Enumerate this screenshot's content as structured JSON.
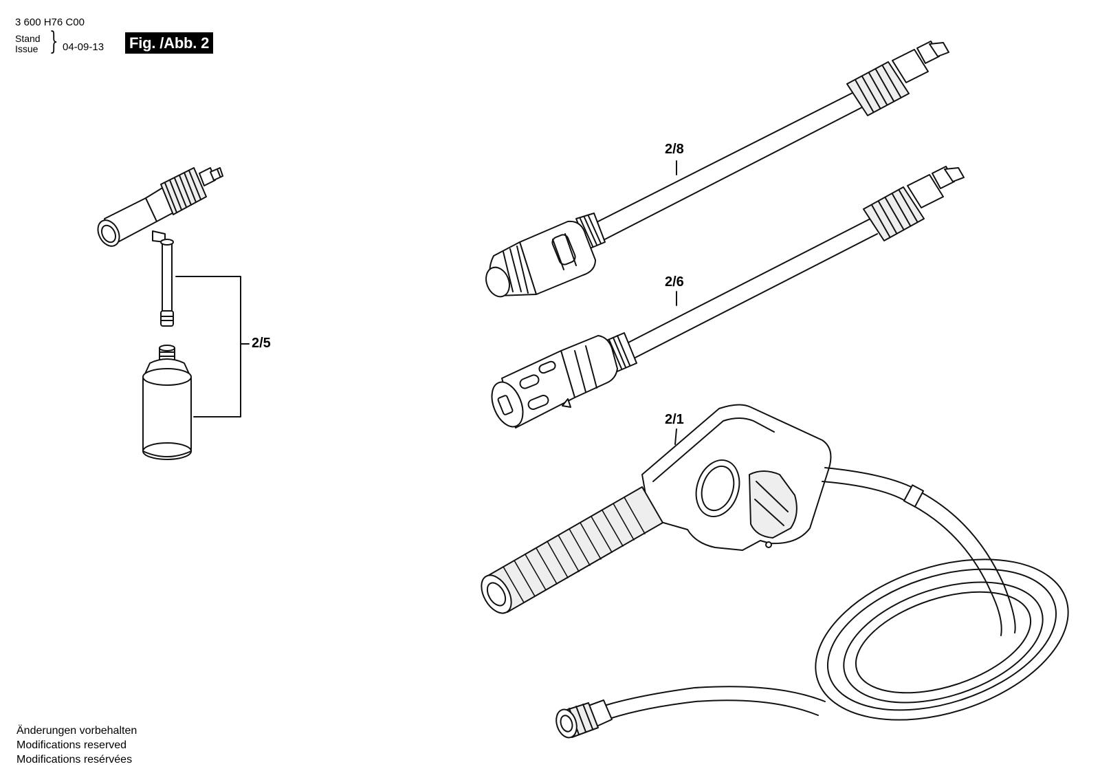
{
  "header": {
    "code": "3 600 H76 C00",
    "stand_label": "Stand",
    "issue_label": "Issue",
    "brace": "}",
    "date": "04-09-13",
    "figure_label": "Fig. /Abb. 2"
  },
  "callouts": {
    "part_2_5": "2/5",
    "part_2_8": "2/8",
    "part_2_6": "2/6",
    "part_2_1": "2/1"
  },
  "footer": {
    "line1": "Änderungen vorbehalten",
    "line2": "Modifications reserved",
    "line3": "Modifications resérvées"
  },
  "colors": {
    "line": "#111111",
    "fill": "#ffffff",
    "shade": "#e6e6e6",
    "figure_badge_bg": "#000000",
    "figure_badge_text": "#ffffff"
  }
}
